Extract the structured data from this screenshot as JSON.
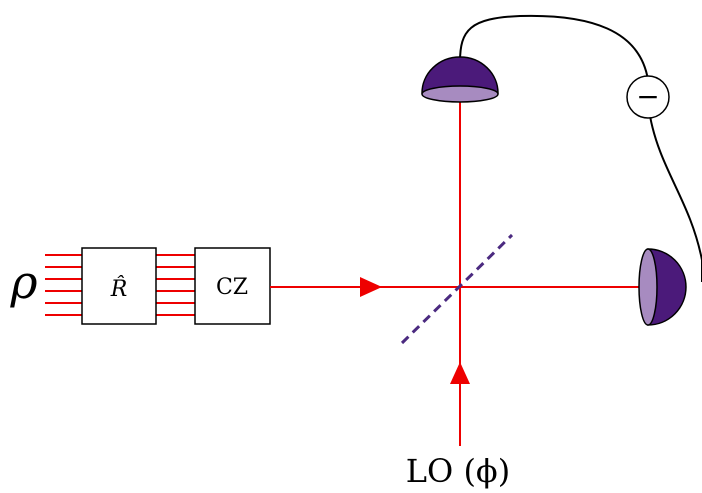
{
  "input_state": {
    "symbol": "ρ"
  },
  "rotation_box": {
    "label": "R̂"
  },
  "cz_box": {
    "label": "CZ"
  },
  "subtractor": {
    "symbol": "−"
  },
  "local_oscillator": {
    "label": "LO (ϕ)"
  },
  "colors": {
    "beam": "#ee0000",
    "detector_fill": "#4b1a7a",
    "detector_face": "#a78bc0",
    "beam_splitter": "#4b2a80",
    "wire": "#000000"
  }
}
